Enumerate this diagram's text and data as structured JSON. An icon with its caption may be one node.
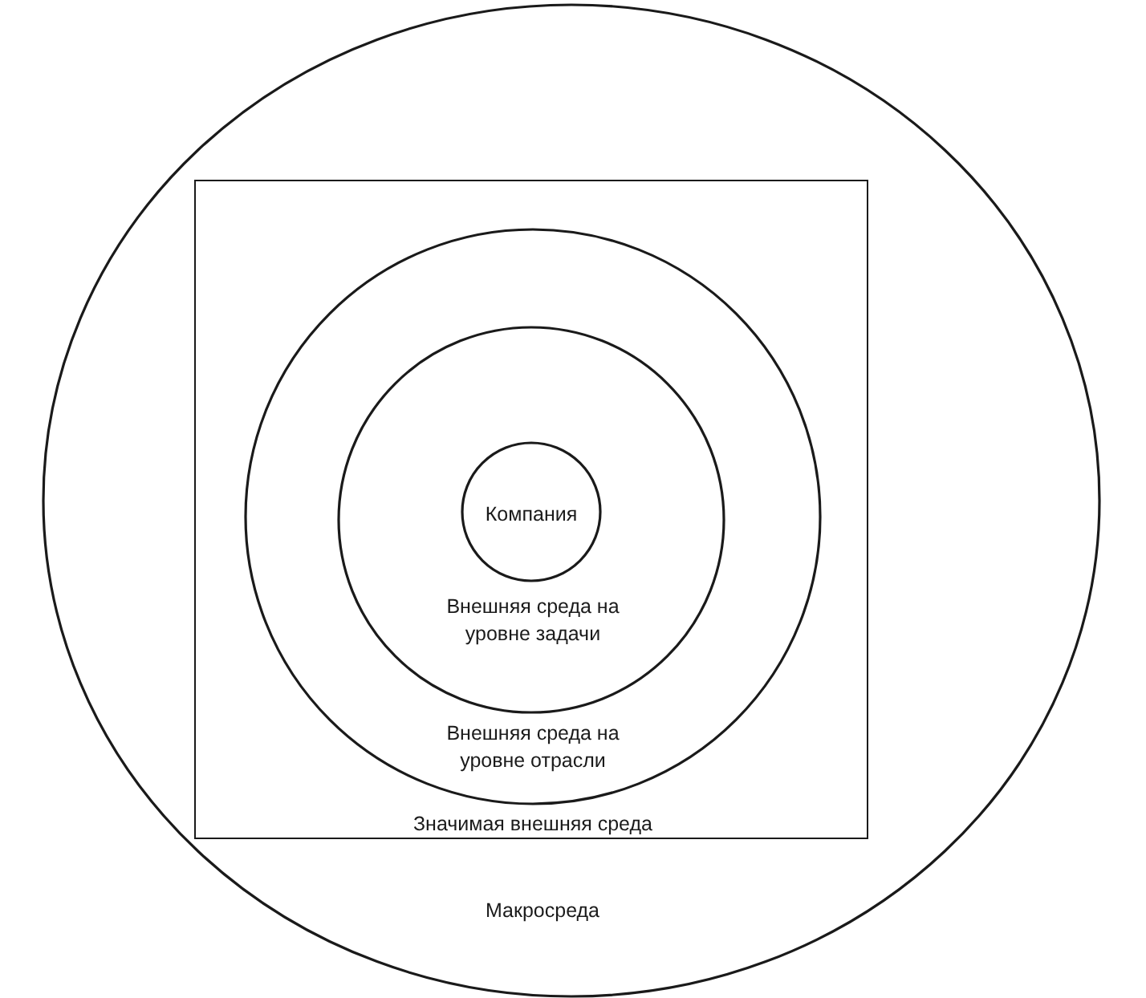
{
  "diagram": {
    "nodes": [
      {
        "text": [
          "Макросреда"
        ]
      },
      {
        "text": [
          "Значимая внешняя среда"
        ],
        "in": 0
      },
      {
        "text": [
          "Внешняя среда на уровне отрасли"
        ],
        "in": 1
      },
      {
        "text": [
          "Внешняя среда на уровне задачи"
        ],
        "in": 2
      },
      {
        "text": [
          "Компания"
        ],
        "in": 3
      }
    ]
  }
}
